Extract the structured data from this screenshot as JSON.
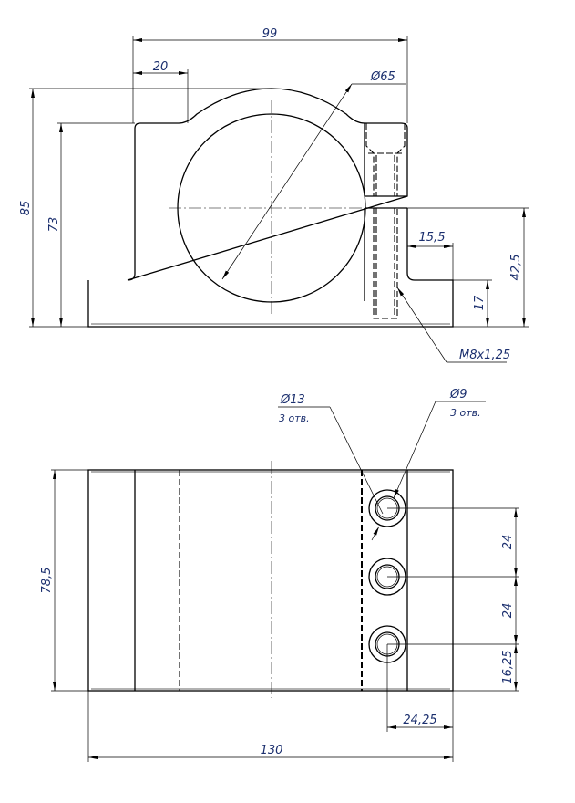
{
  "top_view": {
    "dims": {
      "width_99": "99",
      "shoulder_20": "20",
      "diameter_65": "Ø65",
      "height_85": "85",
      "height_73": "73",
      "axis_height": "42,5",
      "base_17": "17",
      "step_15_5": "15,5",
      "thread": "M8x1,25"
    }
  },
  "bottom_view": {
    "dims": {
      "hole_13": "Ø13",
      "hole_13_count": "3 отв.",
      "hole_9": "Ø9",
      "hole_9_count": "3 отв.",
      "depth_78_5": "78,5",
      "length_130": "130",
      "pitch_1": "24",
      "pitch_2": "24",
      "edge_16_25": "16,25",
      "offset_24_25": "24,25"
    }
  },
  "colors": {
    "dimension_text": "#1b2f6e"
  }
}
